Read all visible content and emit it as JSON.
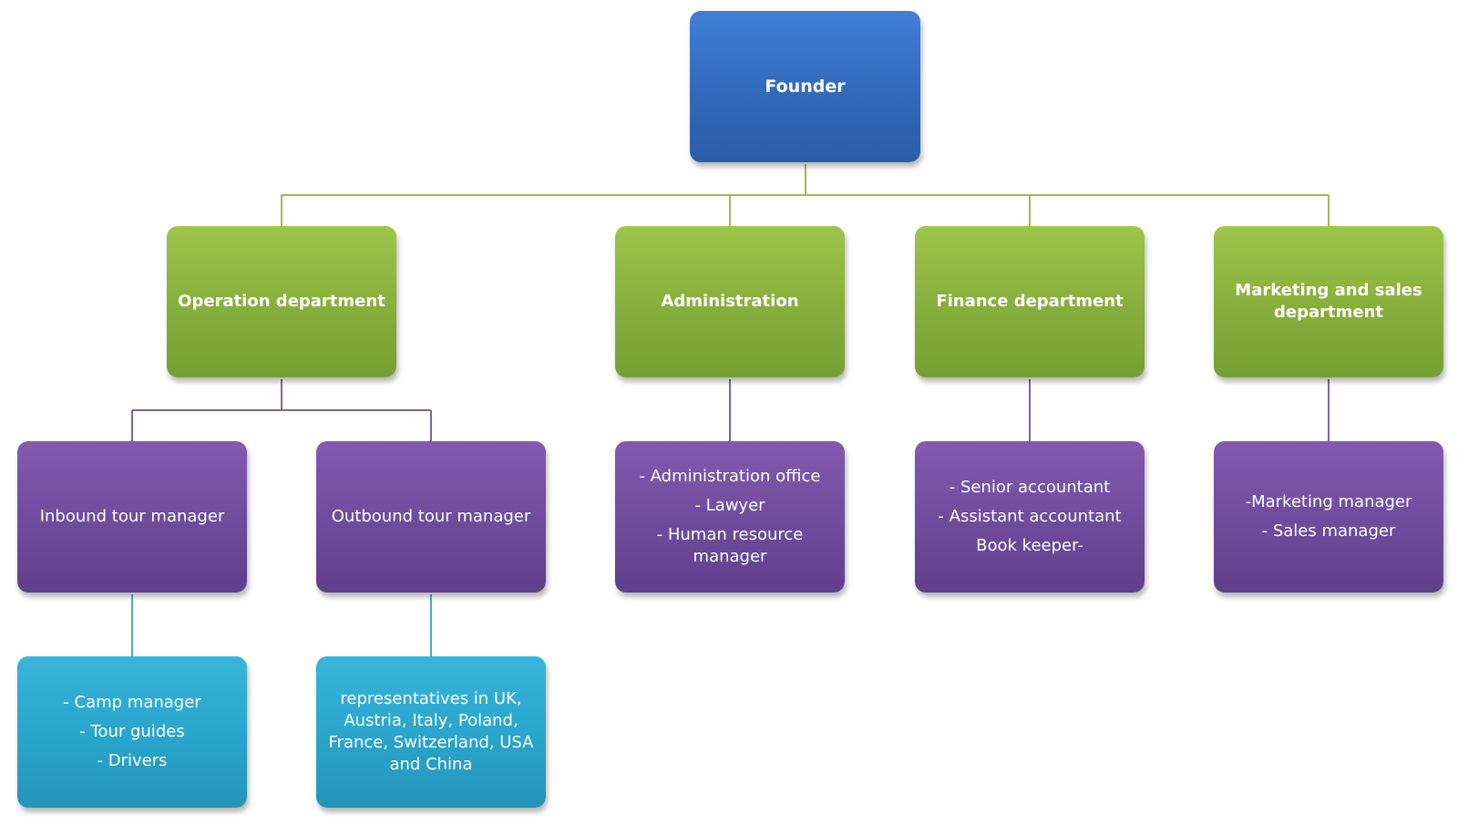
{
  "colors": {
    "founder": "#3269bb",
    "department": "#86ae3c",
    "role": "#6f4b9c",
    "staff": "#2aa4ca",
    "green_connector": "#9bbb59",
    "purple_connector": "#8064a2",
    "teal_connector": "#4bacc6"
  },
  "founder": {
    "label": "Founder"
  },
  "departments": [
    {
      "label": "Operation department"
    },
    {
      "label": "Administration"
    },
    {
      "label": "Finance department"
    },
    {
      "label": "Marketing and sales department"
    }
  ],
  "roles": {
    "inbound": {
      "label": "Inbound tour manager"
    },
    "outbound": {
      "label": "Outbound tour manager"
    },
    "administration": {
      "lines": [
        "-  Administration office",
        "- Lawyer",
        "- Human resource manager"
      ]
    },
    "finance": {
      "lines": [
        "- Senior accountant",
        "- Assistant accountant",
        "Book keeper-"
      ]
    },
    "marketing": {
      "lines": [
        "-Marketing manager",
        "- Sales manager"
      ]
    }
  },
  "staff": {
    "inbound": {
      "lines": [
        "- Camp manager",
        "- Tour guides",
        "- Drivers"
      ]
    },
    "outbound": {
      "label": "representatives in UK, Austria, Italy, Poland, France, Switzerland, USA and China"
    }
  }
}
